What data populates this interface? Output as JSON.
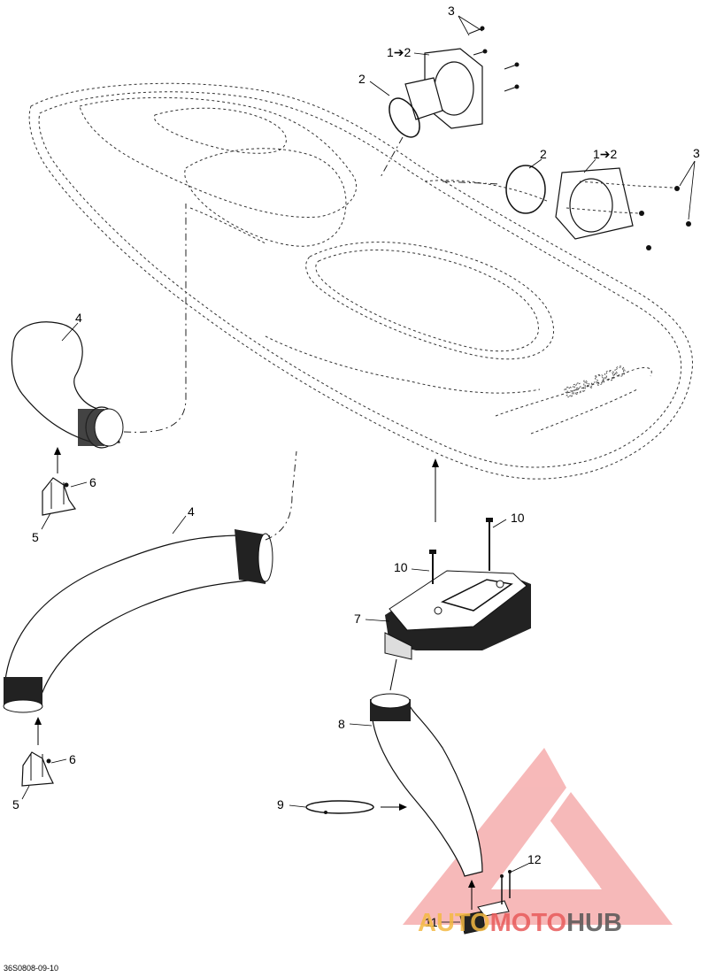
{
  "reference_code": "36S0808-09-10",
  "callouts": {
    "c3_top": "3",
    "c12_top": "1➔2",
    "c2_top": "2",
    "c2_right": "2",
    "c12_right": "1➔2",
    "c3_right": "3",
    "c4_upper": "4",
    "c6_upper": "6",
    "c5_upper": "5",
    "c4_lower": "4",
    "c10_right": "10",
    "c10_left": "10",
    "c7": "7",
    "c8": "8",
    "c6_lower": "6",
    "c5_lower": "5",
    "c9": "9",
    "c12": "12",
    "c11": "11"
  },
  "watermark": {
    "part1": "AUTO",
    "part2": "MOTO",
    "part3": "HUB",
    "colors": {
      "auto": "#f4b942",
      "moto": "#e85b5b",
      "hub": "#555555"
    }
  }
}
